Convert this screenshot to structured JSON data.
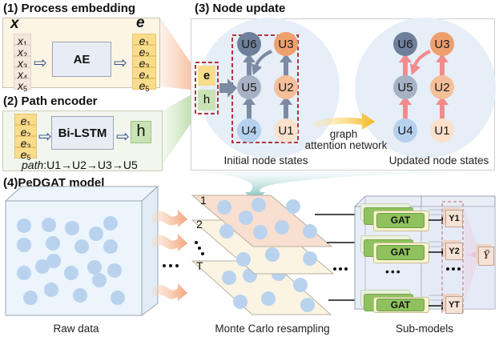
{
  "panel1": {
    "title": "(1) Process embedding",
    "input_header": "x",
    "inputs": [
      "x1",
      "x2",
      "x3",
      "x4",
      "x5"
    ],
    "model": "AE",
    "output_header": "e",
    "outputs": [
      "e1",
      "e2",
      "e3",
      "e4",
      "e5"
    ]
  },
  "panel2": {
    "title": "(2) Path encoder",
    "inputs": [
      "e1",
      "e2",
      "e3",
      "e5"
    ],
    "model": "Bi-LSTM",
    "output": "h",
    "path_label": "path",
    "path_value": ":U1→U2→U3→U5"
  },
  "panel3": {
    "title": "(3) Node update",
    "features": [
      "e",
      "h"
    ],
    "nodes": [
      "U6",
      "U3",
      "U5",
      "U2",
      "U4",
      "U1"
    ],
    "transition_label_line1": "graph",
    "transition_label_line2": "attention network",
    "initial_caption": "Initial node states",
    "updated_caption": "Updated node states"
  },
  "panel4": {
    "title": "(4)PeDGAT model",
    "raw_caption": "Raw data",
    "resample_caption": "Monte Carlo resampling",
    "submodel_caption": "Sub-models",
    "layers": [
      "1",
      "2",
      "T"
    ],
    "ellipsis": "•••",
    "gat_label": "GAT",
    "outputs": [
      "Y1",
      "Y2",
      "YT"
    ],
    "ensemble_output": "Ȳ"
  },
  "colors": {
    "embed_bg": "#fdf5e4",
    "embed_cell": "#f9dd8c",
    "input_cell": "#f3e8dc",
    "path_bg": "#f2f6ec",
    "h_cell": "#c9e3b4",
    "circle_bg": "#e6eef8",
    "node_u6": "#6d7f9b",
    "node_u5": "#a7b1c4",
    "node_u4": "#b6d1ee",
    "node_u3": "#ef9f6e",
    "node_u2": "#f4bf99",
    "node_u1": "#fbe0cc",
    "edge_initial": "#7d8aa3",
    "edge_updated": "#f18c8c",
    "dashed_red": "#b5323a",
    "dot_blue": "#b9d3ee",
    "gat_green": "#8fc25f",
    "layer_peach": "#f8dfd0",
    "layer_cream": "#fbf4e2"
  }
}
